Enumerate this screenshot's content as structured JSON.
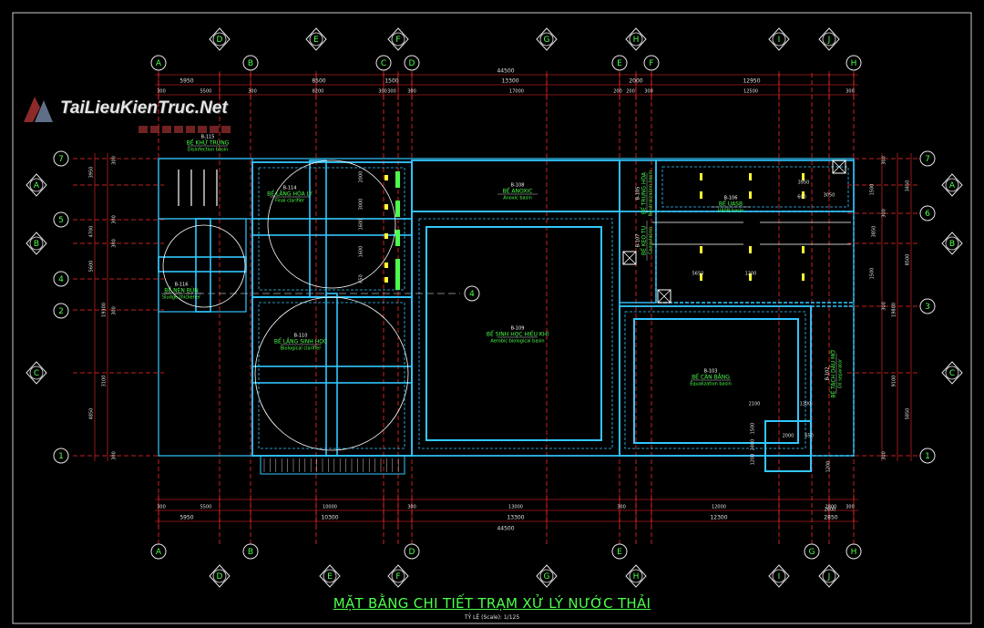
{
  "drawing": {
    "title": "MẶT BẰNG CHI TIẾT TRẠM XỬ LÝ NƯỚC THẢI",
    "scale_note": "TỶ LỆ (Scale): 1/125",
    "watermark": "TaiLieuKienTruc.Net",
    "colors": {
      "background": "#000000",
      "axis": "#ff2a2a",
      "structure": "#33c7ff",
      "grid_bubble": "#e6e6e6",
      "label": "#4cff4c",
      "white": "#ffffff",
      "yellow": "#ffff33"
    }
  },
  "grid": {
    "top_row_upper": [
      "D",
      "E",
      "F",
      "G",
      "H",
      "I",
      "J"
    ],
    "top_row_lower": [
      "A",
      "B",
      "C",
      "D",
      "E",
      "F",
      "H"
    ],
    "bottom_row_upper": [
      "A",
      "B",
      "D",
      "E",
      "G",
      "H"
    ],
    "bottom_row_lower": [
      "D",
      "E",
      "F",
      "G",
      "H",
      "I",
      "J"
    ],
    "left_axes": [
      "7",
      "A",
      "5",
      "B",
      "4",
      "2",
      "C",
      "1"
    ],
    "right_axes": [
      "7",
      "A",
      "6",
      "B",
      "3",
      "C",
      "1"
    ],
    "center_axis": "4"
  },
  "dimensions": {
    "top_overall": "44500",
    "top_row1": [
      "5950",
      "8500",
      "1500",
      "13300",
      "2000",
      "12950"
    ],
    "top_row2": [
      "300",
      "5500",
      "300",
      "8200",
      "300",
      "300",
      "300",
      "17000",
      "200",
      "200",
      "300",
      "12500",
      "300"
    ],
    "bottom_row1": [
      "300",
      "5500",
      "10000",
      "300",
      "13000",
      "300",
      "12000",
      "2800",
      "300"
    ],
    "bottom_row2": [
      "5950",
      "10300",
      "13300",
      "12300",
      "2850"
    ],
    "bottom_overall": "44500",
    "left_outer": [
      "3950",
      "4700",
      "5600",
      "4850"
    ],
    "left_inner": [
      "19300",
      "3100"
    ],
    "left_ticks": [
      "300",
      "300",
      "300",
      "300",
      "300"
    ],
    "right_outer": [
      "3450",
      "8500",
      "5850"
    ],
    "right_inner": [
      "19800",
      "9100"
    ],
    "right_ticks": [
      "300",
      "300",
      "300",
      "300"
    ],
    "inner_dims": [
      "2000",
      "3000",
      "1600",
      "1600",
      "650",
      "3950",
      "1200",
      "5650",
      "3050",
      "1500",
      "3850",
      "1500",
      "600",
      "2100",
      "1300",
      "1500",
      "2000",
      "650",
      "2800",
      "1200",
      "1200",
      "2400"
    ]
  },
  "tanks": [
    {
      "code": "B-115",
      "name": "BỂ KHỬ TRÙNG",
      "en": "Disinfection basin"
    },
    {
      "code": "B-114",
      "name": "BỂ LẮNG HÓA LÝ",
      "en": "Final clarifier"
    },
    {
      "code": "B-116",
      "name": "BỂ NÉN BÙN",
      "en": "Sludge thickener"
    },
    {
      "code": "B-110",
      "name": "BỂ LẮNG SINH HỌC",
      "en": "Biological clarifier"
    },
    {
      "code": "B-108",
      "name": "BỂ ANOXIC",
      "en": "Anoxic basin"
    },
    {
      "code": "B-109",
      "name": "BỂ SINH HỌC HIẾU KHÍ",
      "en": "Aerobic biological basin"
    },
    {
      "code": "B-106",
      "name": "BỂ UASB",
      "en": "UASB basin"
    },
    {
      "code": "B-105",
      "name": "BỂ TRUNG HÒA",
      "en": "Neutralization basin"
    },
    {
      "code": "B-107",
      "name": "BỂ KEO TỤ",
      "en": "Coagulation"
    },
    {
      "code": "B-103",
      "name": "BỂ CÂN BẰNG",
      "en": "Equalization basin"
    },
    {
      "code": "B-102",
      "name": "BỂ TÁCH DẦU MỠ",
      "en": "Oil separator"
    }
  ]
}
